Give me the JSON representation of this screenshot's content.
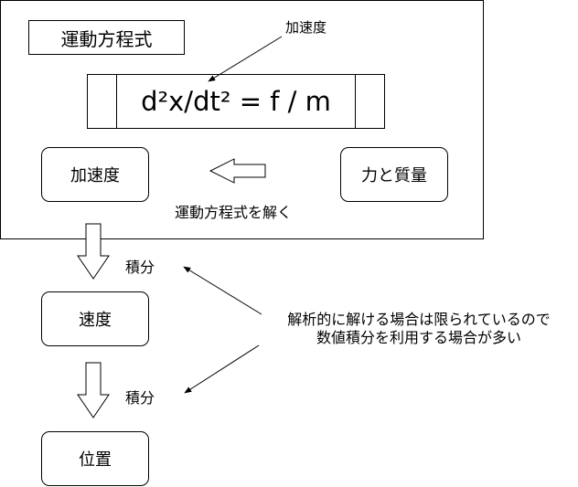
{
  "frame": {
    "title": "運動方程式",
    "equation": "d²x/dt² = f / m",
    "acceleration_note": "加速度",
    "solve_caption": "運動方程式を解く"
  },
  "nodes": {
    "acceleration": "加速度",
    "force_mass": "力と質量",
    "velocity": "速度",
    "position": "位置"
  },
  "steps": {
    "integrate_1": "積分",
    "integrate_2": "積分"
  },
  "note": {
    "line1": "解析的に解ける場合は限られているので",
    "line2": "数値積分を利用する場合が多い"
  }
}
